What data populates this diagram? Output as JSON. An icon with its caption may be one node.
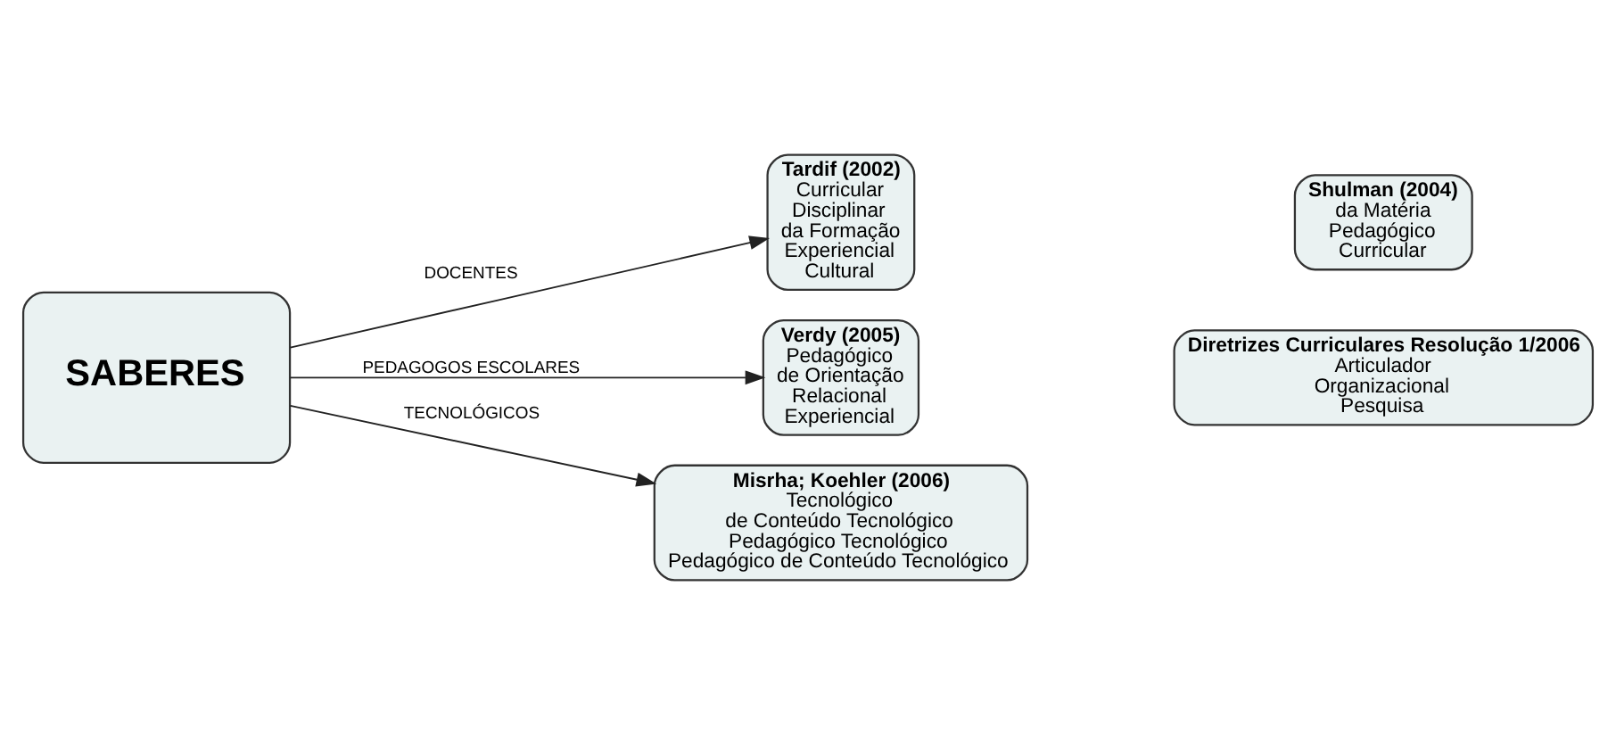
{
  "diagram": {
    "nodes": [
      {
        "text": [
          "SABERES"
        ]
      },
      {
        "text": [
          "Tardif (2002)",
          "Curricular",
          "Disciplinar",
          "da Formação",
          "Experiencial",
          "Cultural"
        ]
      },
      {
        "text": [
          "Shulman (2004)",
          "da Matéria",
          "Pedagógico",
          "Curricular"
        ]
      },
      {
        "text": [
          "Verdy (2005)",
          "Pedagógico",
          "de Orientação",
          "Relacional",
          "Experiencial"
        ]
      },
      {
        "text": [
          "Diretrizes Curriculares Resolução 1/2006",
          "Articulador",
          "Organizacional",
          "Pesquisa"
        ]
      },
      {
        "text": [
          "Misrha; Koehler (2006)",
          "Tecnológico",
          "de Conteúdo Tecnológico",
          "Pedagógico Tecnológico",
          "Pedagógico de Conteúdo Tecnológico"
        ]
      }
    ],
    "edges": [
      {
        "from": 0,
        "to": 1,
        "arrow": "to",
        "label": "DOCENTES"
      },
      {
        "from": 0,
        "to": 3,
        "arrow": "to",
        "label": "PEDAGOGOS ESCOLARES"
      },
      {
        "from": 0,
        "to": 5,
        "arrow": "to",
        "label": "TECNOLÓGICOS"
      }
    ]
  }
}
